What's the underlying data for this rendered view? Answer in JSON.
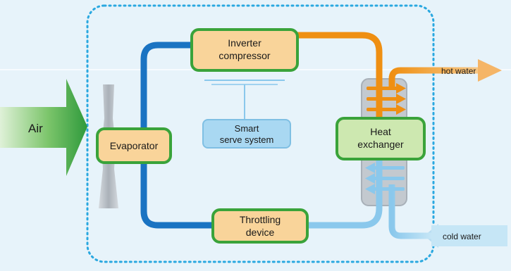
{
  "labels": {
    "air": "Air",
    "evaporator": "Evaporator",
    "inverter_compressor": [
      "Inverter",
      "compressor"
    ],
    "smart_serve_system": [
      "Smart",
      "serve system"
    ],
    "heat_exchanger": [
      "Heat",
      "exchanger"
    ],
    "throttling_device": [
      "Throttling",
      "device"
    ],
    "hot_water": "hot water",
    "cold_water": "cold water"
  },
  "colors": {
    "background": "#e7f3fa",
    "boundary_dotted": "#2aa8e0",
    "pipe_blue": "#1a73c2",
    "pipe_orange": "#ef8f12",
    "pipe_lightblue": "#8ac8ec",
    "box_fill": "#f9d49a",
    "box_border": "#3aa33a",
    "smart_fill": "#a9d8f2",
    "heat_exchanger_fill": "#cde8b0",
    "air_arrow": "#46b04a",
    "fan": "#b9bfc6"
  }
}
